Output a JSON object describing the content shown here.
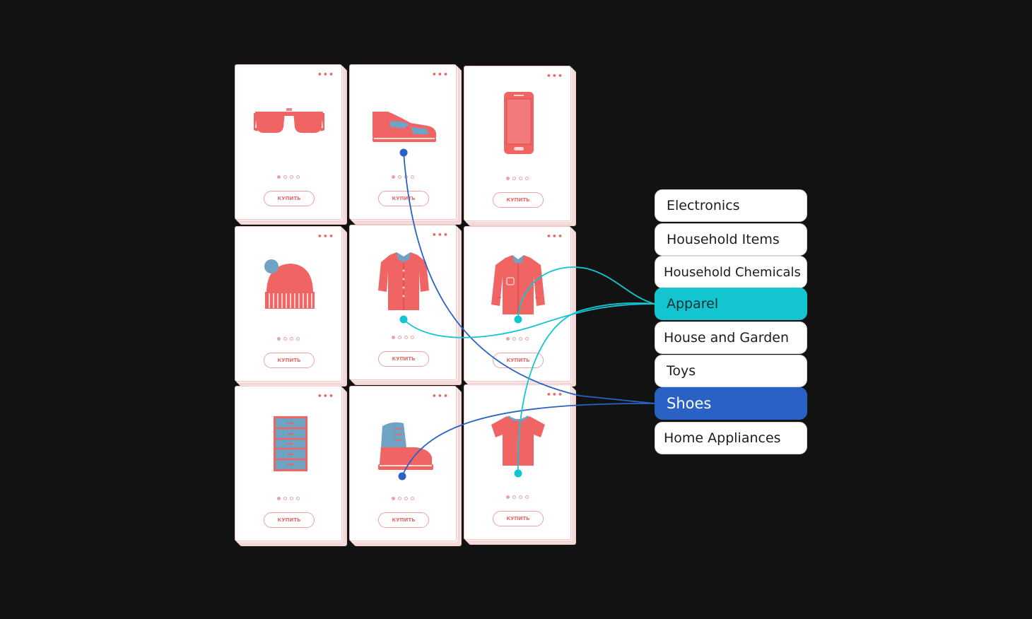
{
  "colors": {
    "background": "#121212",
    "product_icon": "#f06464",
    "product_accent": "#6ea3c4",
    "apparel": "#12c5d0",
    "shoes": "#2962c4",
    "card_border": "#f1c9c9"
  },
  "cards": [
    {
      "name": "sunglasses",
      "icon": "sunglasses-icon",
      "menu": "•••",
      "rating_filled": 1,
      "button": "КУПИТЬ"
    },
    {
      "name": "sneaker",
      "icon": "sneaker-icon",
      "menu": "•••",
      "rating_filled": 1,
      "button": "КУПИТЬ"
    },
    {
      "name": "smartphone",
      "icon": "smartphone-icon",
      "menu": "•••",
      "rating_filled": 1,
      "button": "КУПИТЬ"
    },
    {
      "name": "beanie",
      "icon": "beanie-icon",
      "menu": "•••",
      "rating_filled": 1,
      "button": "КУПИТЬ"
    },
    {
      "name": "dress-shirt",
      "icon": "dress-shirt-icon",
      "menu": "•••",
      "rating_filled": 1,
      "button": "КУПИТЬ"
    },
    {
      "name": "jacket",
      "icon": "jacket-icon",
      "menu": "•••",
      "rating_filled": 1,
      "button": "КУПИТЬ"
    },
    {
      "name": "drawer-cabinet",
      "icon": "drawer-cabinet-icon",
      "menu": "•••",
      "rating_filled": 1,
      "button": "КУПИТЬ"
    },
    {
      "name": "boot",
      "icon": "boot-icon",
      "menu": "•••",
      "rating_filled": 1,
      "button": "КУПИТЬ"
    },
    {
      "name": "t-shirt",
      "icon": "t-shirt-icon",
      "menu": "•••",
      "rating_filled": 1,
      "button": "КУПИТЬ"
    }
  ],
  "categories": [
    {
      "label": "Electronics",
      "state": "default"
    },
    {
      "label": "Household Items",
      "state": "default"
    },
    {
      "label": "Household Chemicals",
      "state": "default"
    },
    {
      "label": "Apparel",
      "state": "selected-apparel"
    },
    {
      "label": "House and Garden",
      "state": "default"
    },
    {
      "label": "Toys",
      "state": "default"
    },
    {
      "label": "Shoes",
      "state": "selected-shoes"
    },
    {
      "label": "Home Appliances",
      "state": "default"
    }
  ],
  "connections": [
    {
      "from": "sneaker",
      "to": "Shoes"
    },
    {
      "from": "boot",
      "to": "Shoes"
    },
    {
      "from": "dress-shirt",
      "to": "Apparel"
    },
    {
      "from": "jacket",
      "to": "Apparel"
    },
    {
      "from": "t-shirt",
      "to": "Apparel"
    }
  ]
}
